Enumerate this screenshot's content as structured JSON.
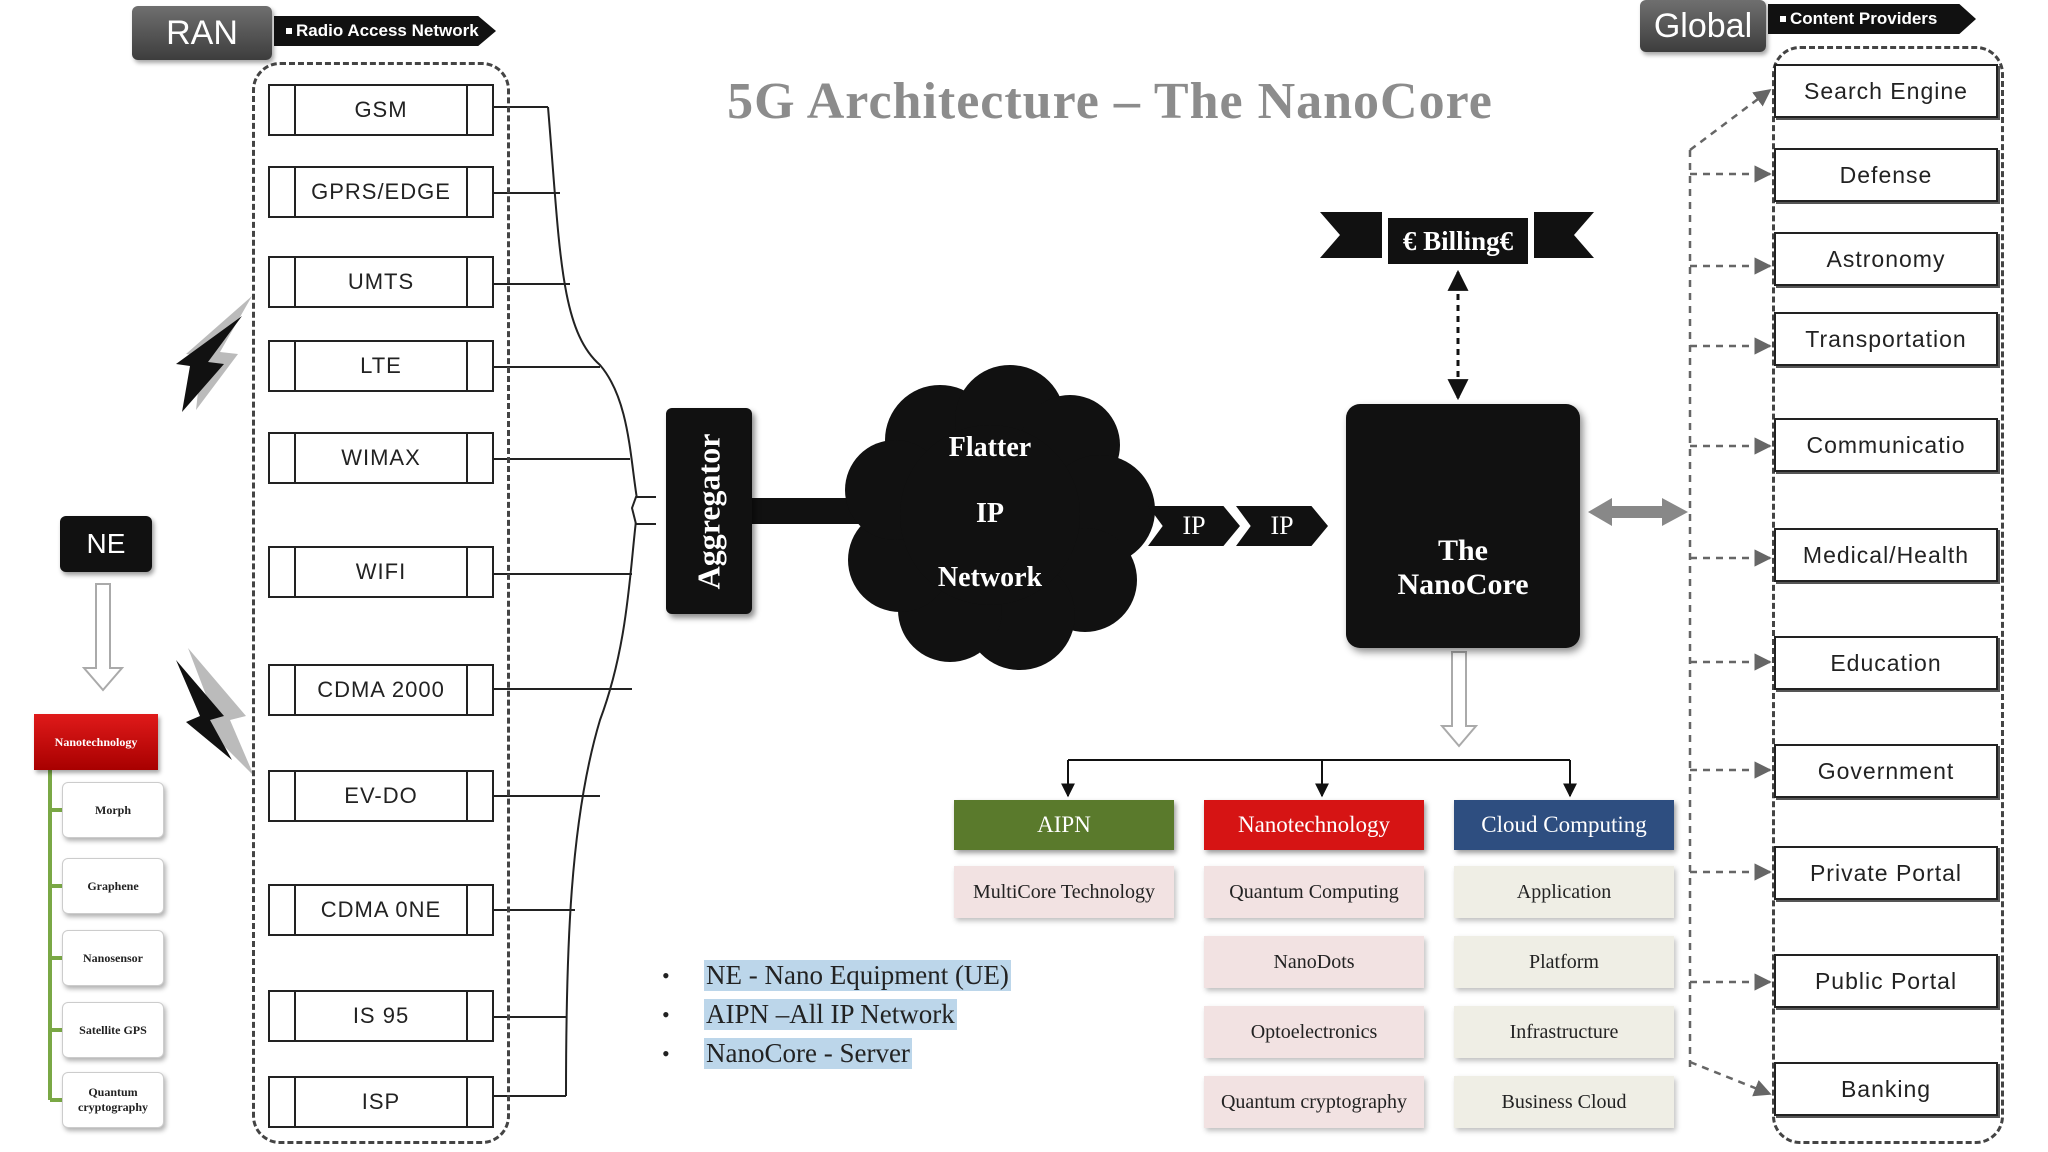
{
  "title": "5G Architecture – The NanoCore",
  "ran": {
    "tab": "RAN",
    "arrow": "Radio Access Network",
    "items": [
      "GSM",
      "GPRS/EDGE",
      "UMTS",
      "LTE",
      "WIMAX",
      "WIFI",
      "CDMA 2000",
      "EV-DO",
      "CDMA 0NE",
      "IS 95",
      "ISP"
    ]
  },
  "global": {
    "tab": "Global",
    "arrow": "Content Providers",
    "items": [
      "Search Engine",
      "Defense",
      "Astronomy",
      "Transportation",
      "Communicatio",
      "Medical/Health",
      "Education",
      "Government",
      "Private Portal",
      "Public Portal",
      "Banking"
    ]
  },
  "ne": {
    "label": "NE",
    "nano_label": "Nanotechnology",
    "items": [
      "Morph",
      "Graphene",
      "Nanosensor",
      "Satellite GPS",
      "Quantum cryptography"
    ]
  },
  "aggregator": "Aggregator",
  "cloud": {
    "line1": "Flatter",
    "line2": "IP",
    "line3": "Network"
  },
  "ip_arrows": [
    "IP",
    "IP"
  ],
  "nanocore": {
    "line1": "The",
    "line2": "NanoCore"
  },
  "billing": "€ Billing€",
  "columns": [
    {
      "name": "AIPN",
      "color": "#5a7a2c",
      "items": [
        "MultiCore Technology"
      ]
    },
    {
      "name": "Nanotechnology",
      "color": "#d61414",
      "items": [
        "Quantum Computing",
        "NanoDots",
        "Optoelectronics",
        "Quantum cryptography"
      ]
    },
    {
      "name": "Cloud Computing",
      "color": "#2e4e80",
      "items": [
        "Application",
        "Platform",
        "Infrastructure",
        "Business Cloud"
      ]
    }
  ],
  "legend": [
    "NE - Nano Equipment (UE)",
    "AIPN –All  IP Network",
    "NanoCore - Server"
  ]
}
